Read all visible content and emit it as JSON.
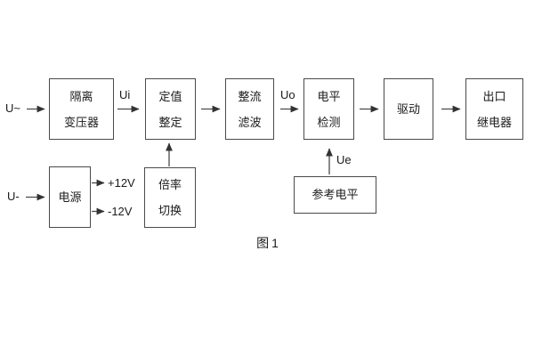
{
  "figure": {
    "caption": "图1"
  },
  "signals": {
    "input_ac": "U~",
    "input_dc": "U-",
    "ui": "Ui",
    "uo": "Uo",
    "ue": "Ue",
    "plus12v": "+12V",
    "minus12v": "-12V"
  },
  "blocks": {
    "isolation_transformer": {
      "line1": "隔离",
      "line2": "变压器"
    },
    "value_setting": {
      "line1": "定值",
      "line2": "整定"
    },
    "rectifier_filter": {
      "line1": "整流",
      "line2": "滤波"
    },
    "level_detection": {
      "line1": "电平",
      "line2": "检测"
    },
    "driver": {
      "line1": "驱动"
    },
    "output_relay": {
      "line1": "出口",
      "line2": "继电器"
    },
    "power_supply": {
      "line1": "电源"
    },
    "ratio_switch": {
      "line1": "倍率",
      "line2": "切换"
    },
    "reference_level": {
      "line1": "参考电平"
    }
  },
  "colors": {
    "line": "#4a4a4a",
    "text": "#1a1a1a",
    "background": "#ffffff"
  }
}
